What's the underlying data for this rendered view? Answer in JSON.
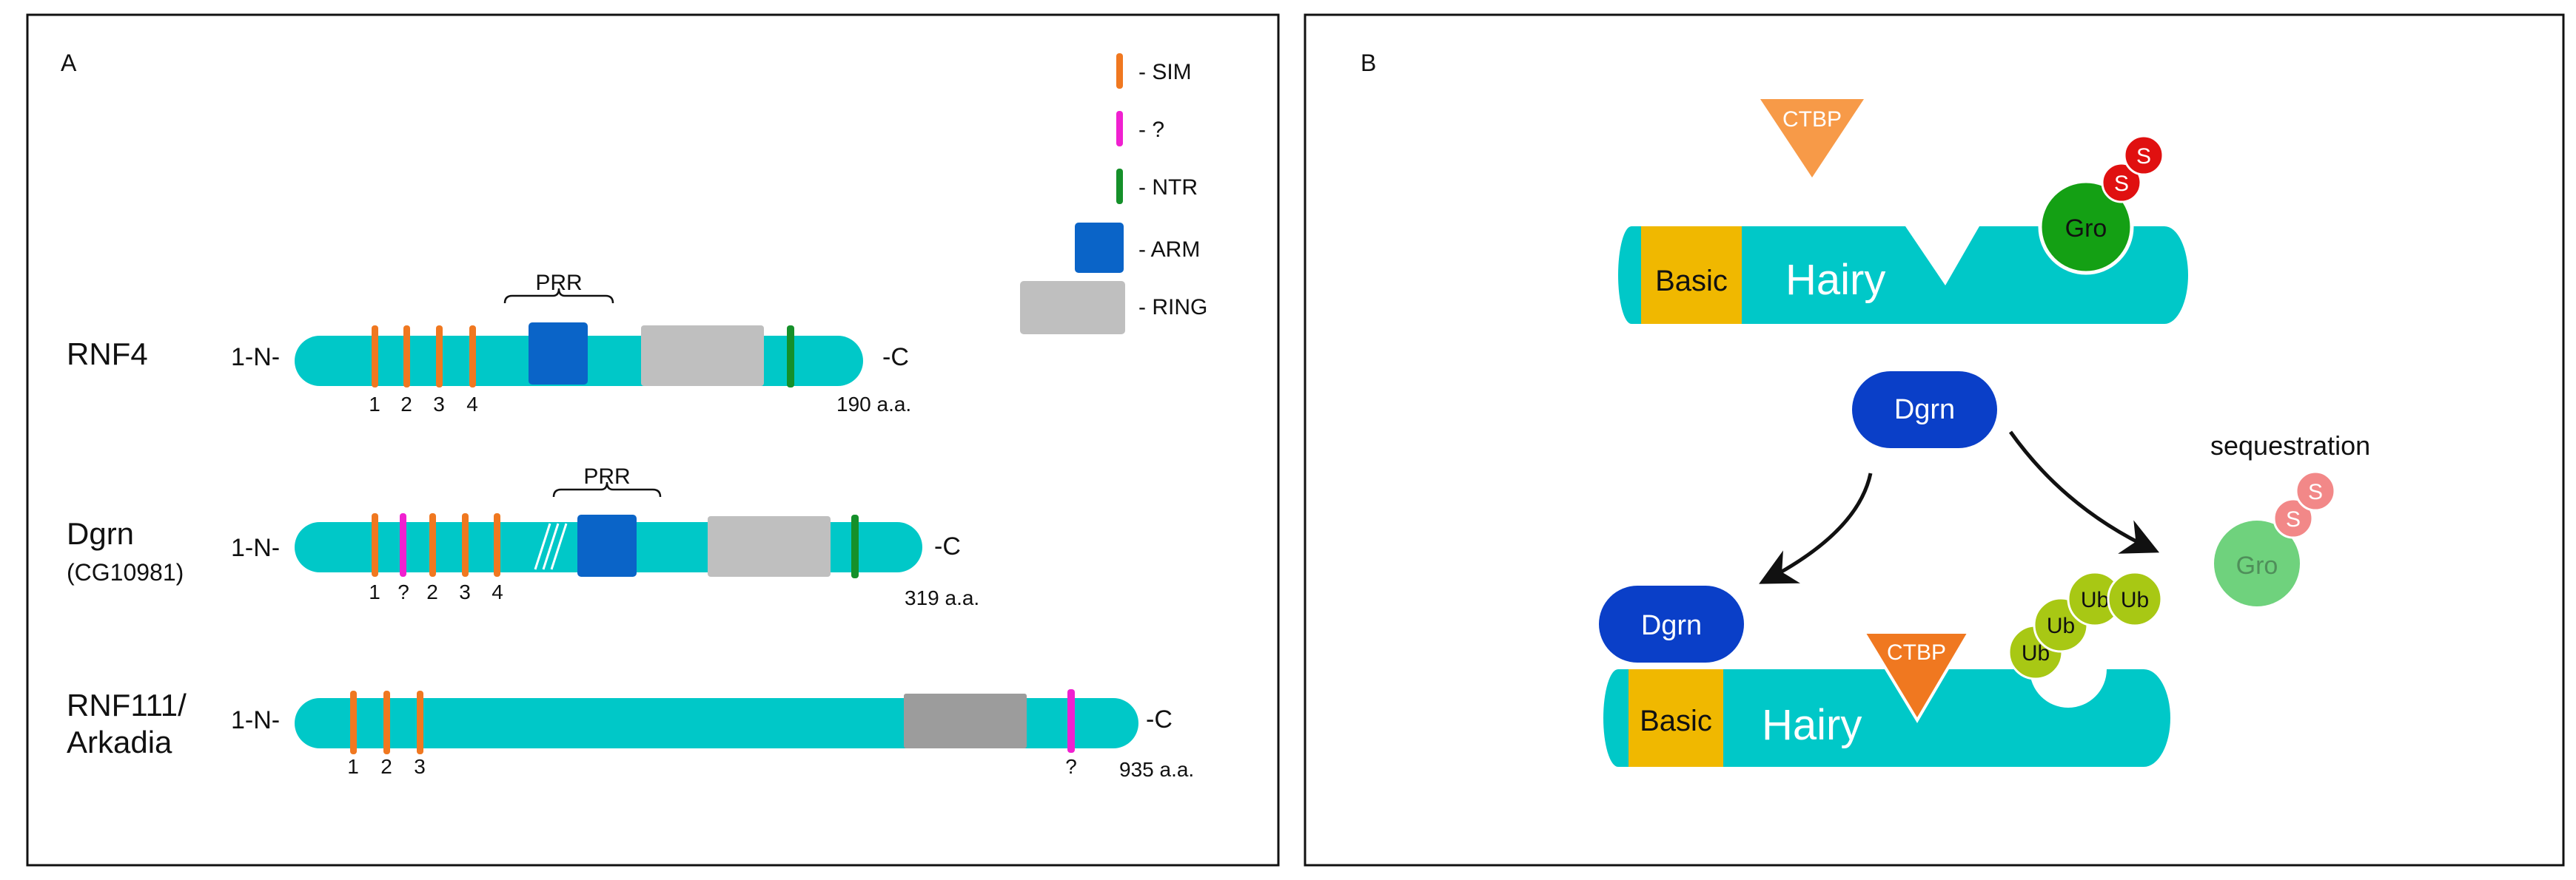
{
  "panel_a": {
    "label": "A",
    "legend": {
      "sim": "- SIM",
      "unknown": "- ?",
      "ntr": "- NTR",
      "arm": "- ARM",
      "ring": "- RING"
    },
    "proteins": [
      {
        "name": "RNF4",
        "name2": "",
        "n_term": "1-N-",
        "c_term": "-C",
        "length": "190 a.a.",
        "prr": "PRR",
        "site_labels": [
          "1",
          "2",
          "3",
          "4"
        ]
      },
      {
        "name": "Dgrn",
        "name2": "(CG10981)",
        "n_term": "1-N-",
        "c_term": "-C",
        "length": "319 a.a.",
        "prr": "PRR",
        "site_labels": [
          "1",
          "?",
          "2",
          "3",
          "4"
        ]
      },
      {
        "name": "RNF111/",
        "name2": "Arkadia",
        "n_term": "1-N-",
        "c_term": "-C",
        "length": "935 a.a.",
        "site_labels": [
          "1",
          "2",
          "3",
          "?"
        ]
      }
    ]
  },
  "panel_b": {
    "label": "B",
    "top": {
      "ctbp": "CTBP",
      "basic": "Basic",
      "hairy": "Hairy",
      "gro": "Gro",
      "sumo": [
        "S",
        "S"
      ]
    },
    "dgrn": "Dgrn",
    "sequestration": {
      "label": "sequestration",
      "gro": "Gro",
      "sumo": [
        "S",
        "S"
      ]
    },
    "bottom": {
      "dgrn": "Dgrn",
      "basic": "Basic",
      "hairy": "Hairy",
      "ctbp": "CTBP",
      "ub": [
        "Ub",
        "Ub",
        "Ub",
        "Ub"
      ]
    }
  },
  "colors": {
    "protein": "#00c8c8",
    "sim": "#f07820",
    "unknown": "#f020d0",
    "ntr": "#15902a",
    "arm": "#0a64c8",
    "ring": "#bfbfbf",
    "ring_dark": "#9c9c9c",
    "basic": "#f0b800",
    "ctbp": "#f79a48",
    "ctbp_dark": "#f07820",
    "gro": "#14a014",
    "gro_light": "#6fd27d",
    "sumo": "#e01010",
    "sumo_light": "#f28888",
    "dgrn": "#0a3fc8",
    "ub": "#a8c814"
  }
}
